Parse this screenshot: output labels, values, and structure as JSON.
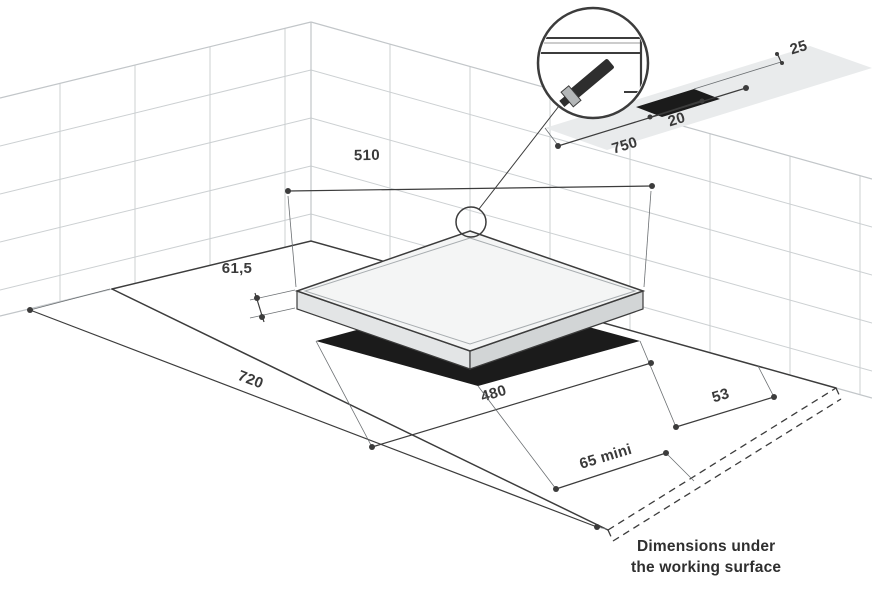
{
  "diagram": {
    "type": "hob-installation-diagram",
    "dimensions": {
      "width_510": "510",
      "width_750": "750",
      "offset_25": "25",
      "offset_20": "20",
      "height_61_5": "61,5",
      "depth_720": "720",
      "cutout_480": "480",
      "clearance_53": "53",
      "front_clearance_65": "65 mini"
    },
    "caption": {
      "line1": "Dimensions under",
      "line2": "the working surface"
    },
    "colors": {
      "line": "#3c3c3c",
      "tile_line": "#ccd0d2",
      "cutout_fill": "#1b1b1b",
      "hob_top": "#f4f5f5",
      "zoom_plane_fill": "#e9ebec"
    }
  }
}
